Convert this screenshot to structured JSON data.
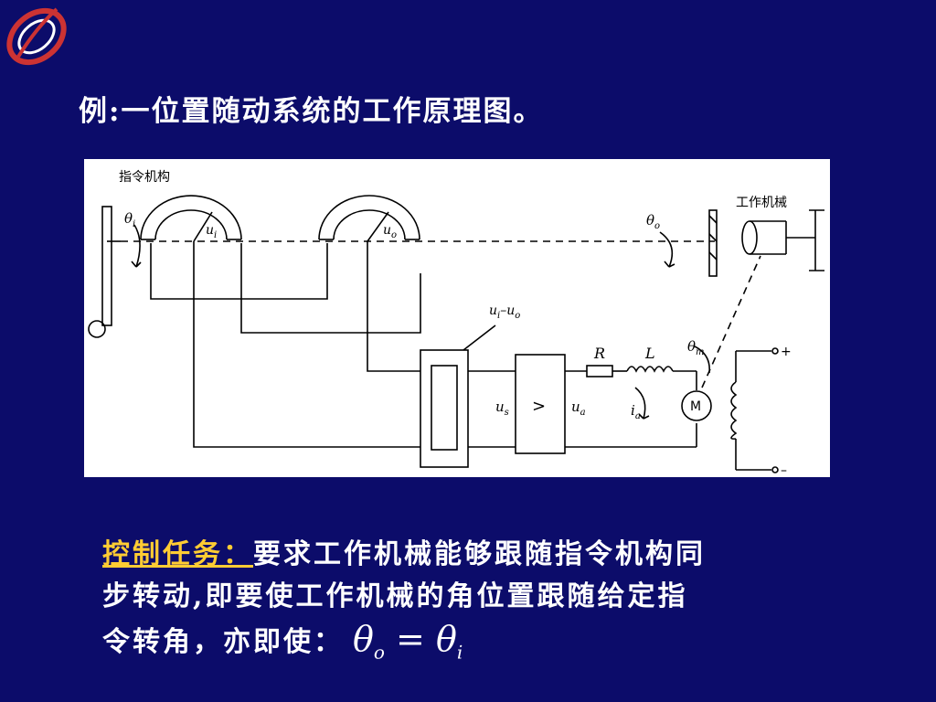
{
  "slide": {
    "title": "例:一位置随动系统的工作原理图。"
  },
  "diagram": {
    "label_command_mechanism": "指令机构",
    "label_work_machine": "工作机械",
    "theta_i": "θ",
    "theta_i_sub": "i",
    "theta_o": "θ",
    "theta_o_sub": "o",
    "theta_m": "θ",
    "theta_m_sub": "m",
    "u_i": "u",
    "u_i_sub": "i",
    "u_o": "u",
    "u_o_sub": "o",
    "u_diff_a": "u",
    "u_diff_a_sub": "i",
    "u_diff_dash": "–",
    "u_diff_b": "u",
    "u_diff_b_sub": "o",
    "u_s": "u",
    "u_s_sub": "s",
    "amp_symbol": ">",
    "u_a": "u",
    "u_a_sub": "a",
    "R": "R",
    "L": "L",
    "i_a": "i",
    "i_a_sub": "a",
    "motor": "M",
    "plus": "+",
    "minus": "–"
  },
  "body": {
    "task_label": "控制任务：",
    "line1_rest": "要求工作机械能够跟随指令机构同",
    "line2": "步转动,即要使工作机械的角位置跟随给定指",
    "line3": "令转角，亦即使：",
    "eq_lhs": "θ",
    "eq_lhs_sub": "o",
    "eq_op": "=",
    "eq_rhs": "θ",
    "eq_rhs_sub": "i"
  }
}
